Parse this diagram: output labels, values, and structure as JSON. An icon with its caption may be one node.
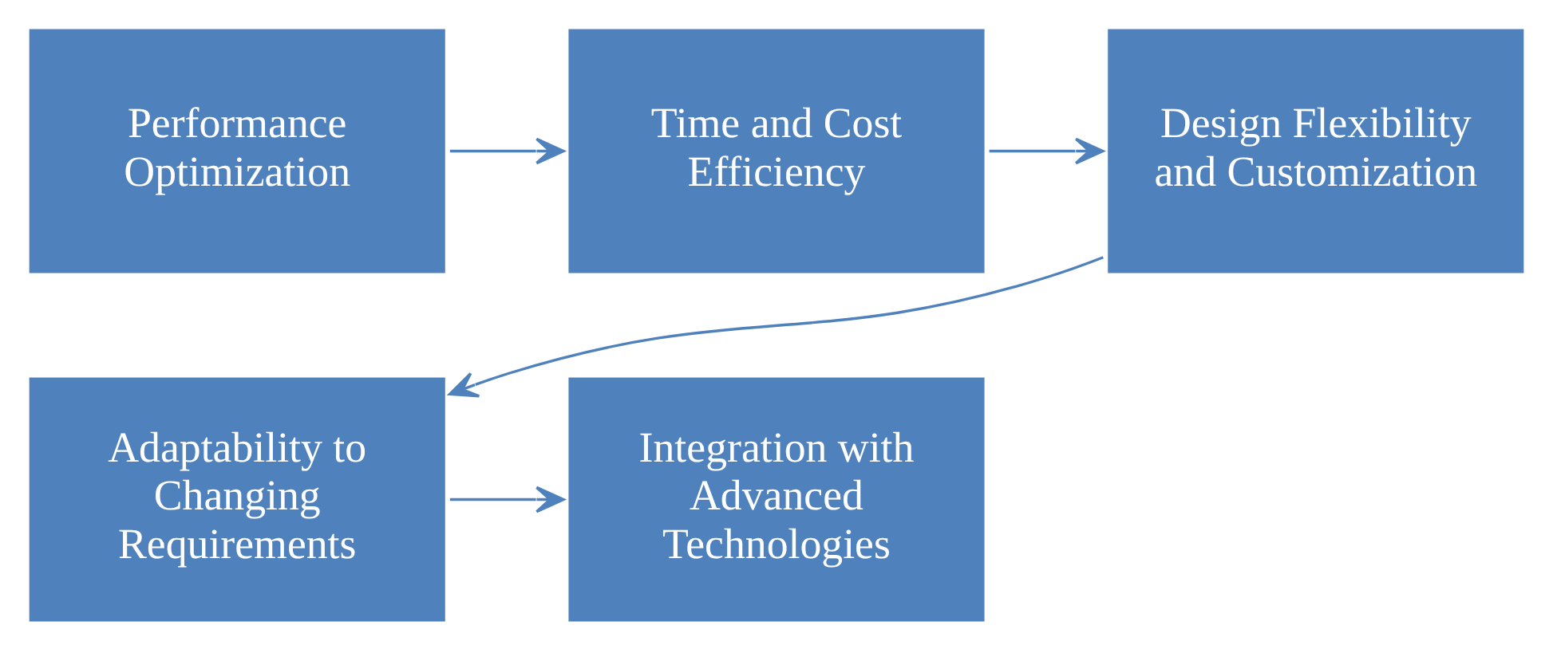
{
  "diagram": {
    "nodes": [
      {
        "text": [
          "Performance Optimization"
        ]
      },
      {
        "text": [
          "Time and Cost Efficiency"
        ]
      },
      {
        "text": [
          "Design Flexibility and Customization"
        ]
      },
      {
        "text": [
          "Adaptability to Changing Requirements"
        ]
      },
      {
        "text": [
          "Integration with Advanced Technologies"
        ]
      }
    ],
    "edges": [
      {
        "from": 0,
        "to": 1,
        "arrow": "to"
      },
      {
        "from": 1,
        "to": 2,
        "arrow": "to"
      },
      {
        "from": 2,
        "to": 3,
        "arrow": "to"
      },
      {
        "from": 3,
        "to": 4,
        "arrow": "to"
      }
    ]
  }
}
